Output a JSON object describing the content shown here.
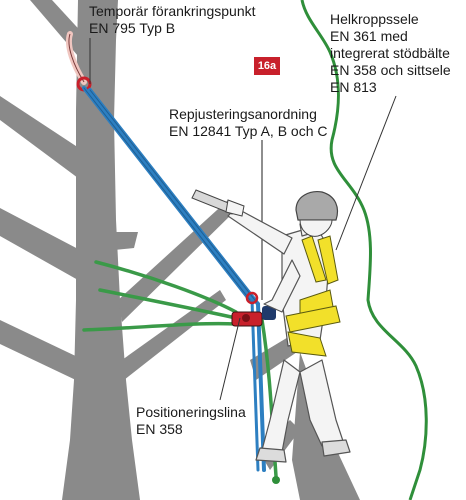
{
  "badge": "16a",
  "labels": {
    "anchor": [
      "Temporär förankringspunkt",
      "EN 795 Typ B"
    ],
    "harness": [
      "Helkroppssele",
      "EN 361 med",
      "integrerat stödbälte",
      "EN 358 och sittsele",
      "EN 813"
    ],
    "adjuster": [
      "Repjusteringsanordning",
      "EN 12841 Typ A, B och C"
    ],
    "lanyard": [
      "Positioneringslina",
      "EN 358"
    ]
  },
  "colors": {
    "trunk": "#8a8a8a",
    "rope_blue": "#2d7fc1",
    "rope_green": "#3a9a48",
    "harness_yellow": "#f2e02a",
    "device_red": "#c8202b",
    "outline_green": "#2f8f3a",
    "badge": "#c8202b"
  },
  "icons": [
    "tree-silhouette",
    "arborist-figure",
    "chainsaw-icon",
    "helmet-icon",
    "carabiner-icon"
  ]
}
